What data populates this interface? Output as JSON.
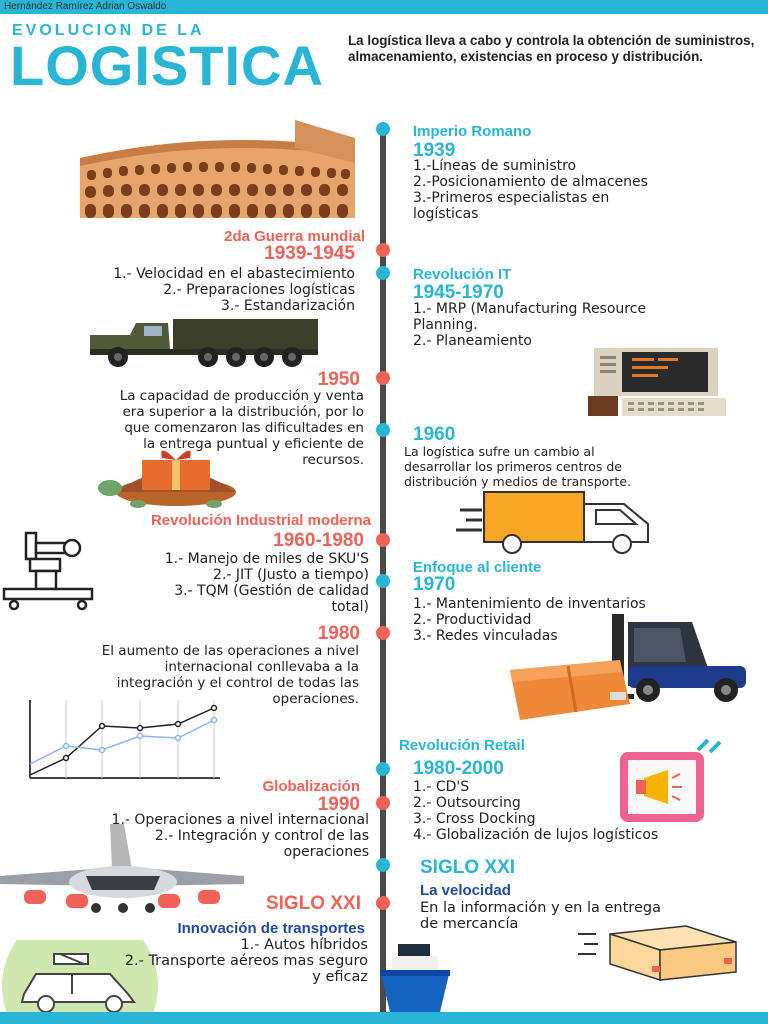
{
  "author": "Hernández Ramírez Adrian Oswaldo",
  "header": {
    "supertitle": "EVOLUCION DE LA",
    "title": "LOGISTICA",
    "intro": "La logística lleva a cabo y controla la obtención de suministros, almacenamiento, existencias en proceso y distribución."
  },
  "colors": {
    "accent_blue": "#29b6d6",
    "accent_red": "#f06256",
    "timeline": "#4a4a4a",
    "navy": "#1f4aa0"
  },
  "right": {
    "imperio": {
      "title": "Imperio Romano",
      "year": "1939",
      "items": [
        "1.-Líneas de suministro",
        "2.-Posicionamiento de almacenes",
        "3.-Primeros especialistas en",
        "logísticas"
      ]
    },
    "revit": {
      "title": "Revolución IT",
      "year": "1945-1970",
      "items": [
        "1.- MRP (Manufacturing Resource",
        "Planning.",
        "2.- Planeamiento"
      ]
    },
    "y1960": {
      "year": "1960",
      "text": [
        "La logística sufre un cambio al",
        "desarrollar los primeros centros de",
        "distribución y medios de transporte."
      ]
    },
    "cliente": {
      "title": "Enfoque al cliente",
      "year": "1970",
      "items": [
        "1.- Mantenimiento de inventarios",
        "2.- Productividad",
        "3.- Redes vinculadas"
      ]
    },
    "retail": {
      "title": "Revolución Retail",
      "year": "1980-2000",
      "items": [
        "1.- CD'S",
        "2.- Outsourcing",
        "3.- Cross Docking",
        "4.- Globalización de lujos logísticos"
      ]
    },
    "siglo": {
      "title": "SIGLO XXI",
      "subtitle": "La velocidad",
      "text": [
        "En la información y en la entrega",
        "de mercancía"
      ]
    }
  },
  "left": {
    "guerra": {
      "title": "2da Guerra mundial",
      "year": "1939-1945",
      "items": [
        "1.- Velocidad en el abastecimiento",
        "2.- Preparaciones logísticas",
        "3.- Estandarización"
      ]
    },
    "y1950": {
      "year": "1950",
      "text": [
        "La capacidad de producción y venta",
        "era superior a la distribución, por lo",
        "que comenzaron las dificultades en",
        "la entrega puntual y eficiente de",
        "recursos."
      ]
    },
    "industrial": {
      "title": "Revolución Industrial moderna",
      "year": "1960-1980",
      "items": [
        "1.- Manejo de miles de SKU'S",
        "2.- JIT (Justo a tiempo)",
        "3.- TQM (Gestión de calidad",
        "total)"
      ]
    },
    "y1980": {
      "year": "1980",
      "text": [
        "El aumento de las operaciones a nivel",
        "internacional conllevaba a la",
        "integración y el control de todas las",
        "operaciones."
      ]
    },
    "global": {
      "title": "Globalización",
      "year": "1990",
      "items": [
        "1.- Operaciones a nivel internacional",
        "2.- Integración y control de las",
        "operaciones"
      ]
    },
    "siglo": {
      "title": "SIGLO XXI",
      "subtitle": "Innovación de transportes",
      "items": [
        "1.- Autos híbridos",
        "2.- Transporte aéreos mas seguro",
        "y eficaz"
      ]
    }
  },
  "icons": [
    "colosseum-icon",
    "military-truck-icon",
    "computer-icon",
    "turtle-gift-icon",
    "delivery-truck-icon",
    "robot-arm-icon",
    "forklift-icon",
    "line-chart-icon",
    "tablet-megaphone-icon",
    "airplane-icon",
    "box-speed-icon",
    "hybrid-car-icon",
    "ship-icon"
  ]
}
